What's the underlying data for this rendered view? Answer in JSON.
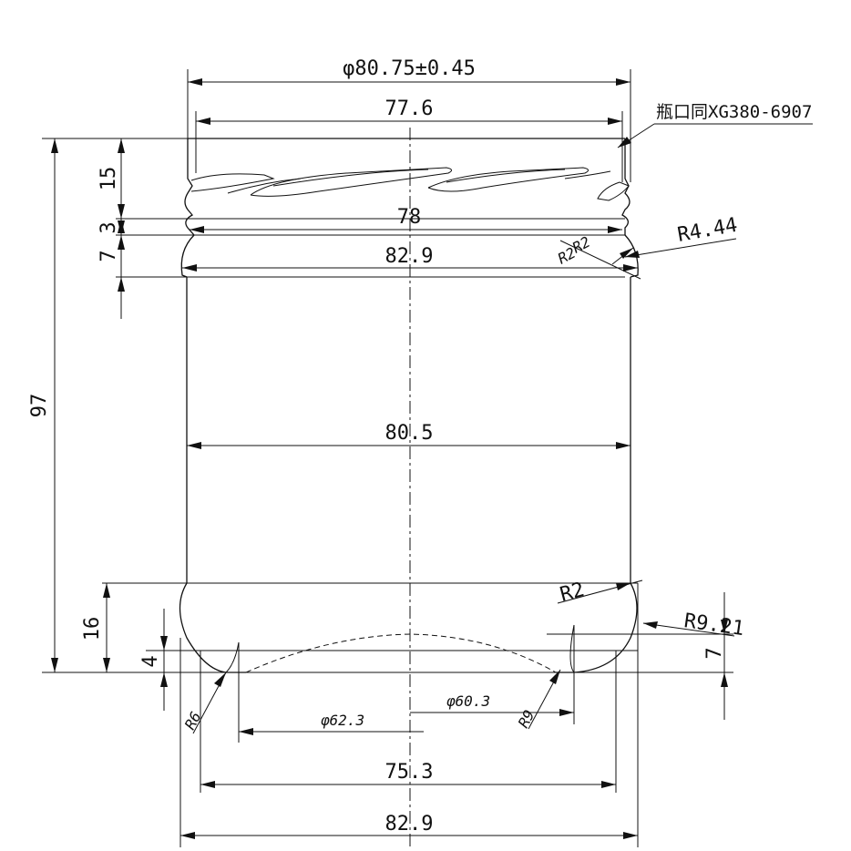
{
  "drawing": {
    "dimensions": {
      "finish_outer_diameter": "φ80.75±0.45",
      "thread_diameter": "77.6",
      "bead_diameter": "78",
      "shoulder_width": "82.9",
      "body_width": "80.5",
      "base_contact_width": "75.3",
      "bottom_width": "82.9",
      "inner_recess_diameter": "φ62.3",
      "recess_diameter": "φ60.3",
      "overall_height": "97",
      "finish_height": "15",
      "bead_height": "3",
      "neck_height": "7",
      "base_height": "16",
      "bottom_step": "4",
      "push_up_height": "7"
    },
    "radii": {
      "shoulder_outer": "R4.44",
      "shoulder_small_a": "R2",
      "shoulder_small_b": "R2",
      "heel_upper": "R2",
      "heel_main": "R9.21",
      "bottom_left": "R6",
      "bottom_right": "R9"
    },
    "note": "瓶口同XG380-6907"
  }
}
